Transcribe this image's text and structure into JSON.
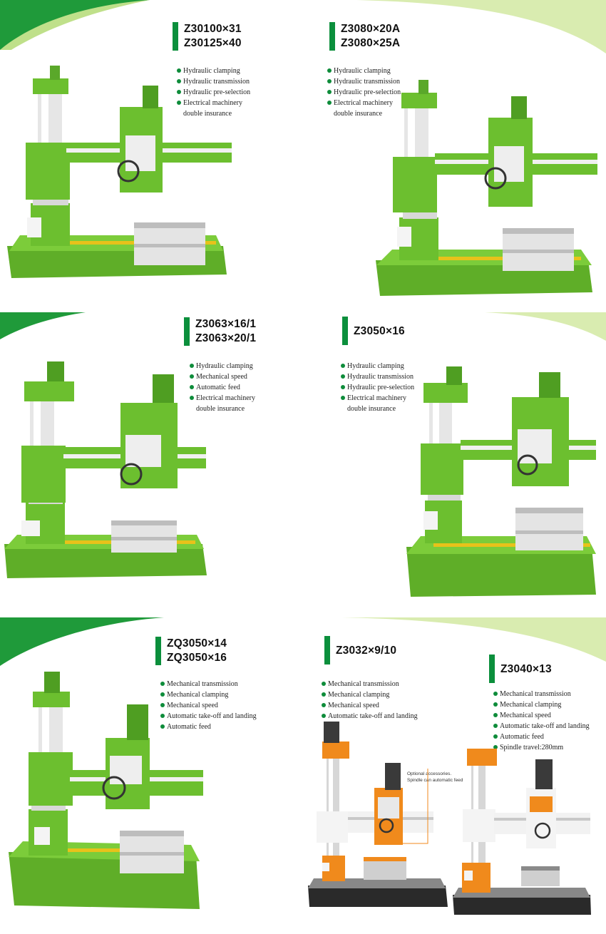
{
  "panels": [
    {
      "models": [
        "Z30100×31",
        "Z30125×40"
      ],
      "features": [
        "Hydraulic clamping",
        "Hydraulic transmission",
        "Hydraulic pre-selection",
        "Electrical machinery",
        "double insurance"
      ]
    },
    {
      "models": [
        "Z3080×20A",
        "Z3080×25A"
      ],
      "features": [
        "Hydraulic clamping",
        "Hydraulic transmission",
        "Hydraulic pre-selection",
        "Electrical machinery",
        "double insurance"
      ]
    },
    {
      "models": [
        "Z3063×16/1",
        "Z3063×20/1"
      ],
      "features": [
        "Hydraulic clamping",
        "Mechanical speed",
        "Automatic feed",
        "Electrical machinery",
        "double insurance"
      ]
    },
    {
      "models": [
        "Z3050×16"
      ],
      "features": [
        "Hydraulic clamping",
        "Hydraulic transmission",
        "Hydraulic pre-selection",
        "Electrical machinery",
        "double insurance"
      ]
    },
    {
      "models": [
        "ZQ3050×14",
        "ZQ3050×16"
      ],
      "features": [
        "Mechanical transmission",
        "Mechanical clamping",
        "Mechanical speed",
        "Automatic take-off and landing",
        "Automatic feed"
      ]
    },
    {
      "models": [
        "Z3032×9/10"
      ],
      "features": [
        "Mechanical transmission",
        "Mechanical clamping",
        "Mechanical speed",
        "Automatic take-off and landing"
      ]
    },
    {
      "models": [
        "Z3040×13"
      ],
      "features": [
        "Mechanical transmission",
        "Mechanical clamping",
        "Mechanical speed",
        "Automatic take-off and landing",
        "Automatic feed",
        "Spindle travel:280mm"
      ]
    }
  ],
  "note": {
    "line1": "Optional accessories.",
    "line2": "Spindle can automatic feed"
  },
  "colors": {
    "brand_green": "#0b8f3c",
    "machine_green": "#6cbf2f",
    "machine_orange": "#f08a1c",
    "swoosh_light": "#d9ecb0",
    "swoosh_dark": "#1f9a3a"
  }
}
